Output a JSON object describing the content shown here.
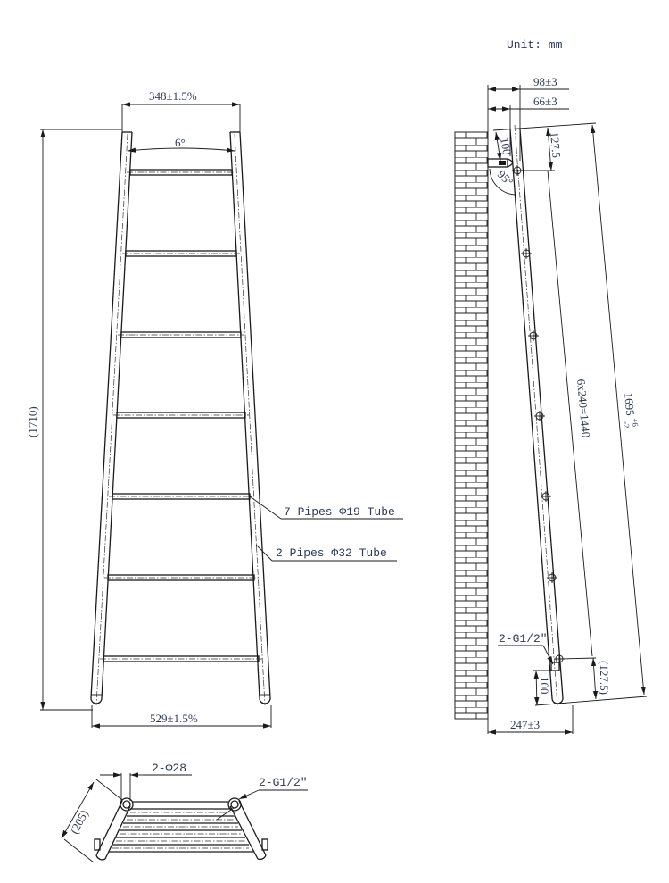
{
  "drawing": {
    "unit_label": "Unit: mm",
    "colors": {
      "line": "#1a1a1a",
      "text": "#2b3a55",
      "background": "#ffffff"
    }
  },
  "front_view": {
    "top_width": "348±1.5%",
    "angle": "6°",
    "height": "(1710)",
    "bottom_width": "529±1.5%",
    "rung_count": 7,
    "callouts": {
      "rungs": "7 Pipes Φ19 Tube",
      "rails": "2 Pipes Φ32 Tube"
    }
  },
  "side_view": {
    "offset_outer": "98±3",
    "offset_inner": "66±3",
    "bracket_top": "100",
    "bracket_spacing_top": "127.5",
    "lean_angle": "95°",
    "spacing": "6x240=1440",
    "overall_length": "1695",
    "overall_tol_plus": "+6",
    "overall_tol_minus": "-2",
    "inlet_label": "2-G1/2″",
    "bracket_bottom": "100",
    "bracket_spacing_bottom": "(127.5)",
    "base_depth": "247±3"
  },
  "top_view": {
    "pipe_dia": "2-Φ28",
    "inlet_label": "2-G1/2″",
    "depth": "(205)"
  }
}
